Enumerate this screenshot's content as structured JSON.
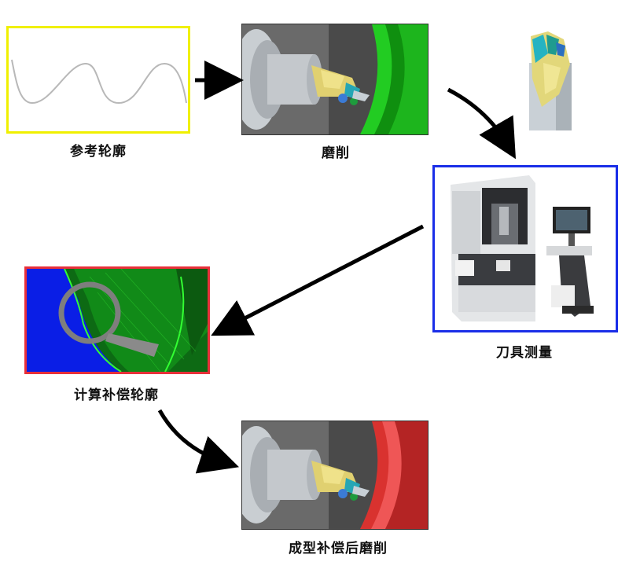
{
  "steps": {
    "reference_profile": {
      "label": "参考轮廓"
    },
    "grinding": {
      "label": "磨削"
    },
    "tool_measurement": {
      "label": "刀具测量"
    },
    "compensated_profile": {
      "label": "计算补偿轮廓"
    },
    "compensated_grinding": {
      "label": "成型补偿后磨削"
    }
  },
  "colors": {
    "reference_border": "#f0f000",
    "measurement_border": "#1a2ee8",
    "compensated_border": "#e8303a",
    "grinding_wheel_green": "#22cc22",
    "grinding_wheel_red": "#d9322f",
    "arrow": "#000000"
  }
}
